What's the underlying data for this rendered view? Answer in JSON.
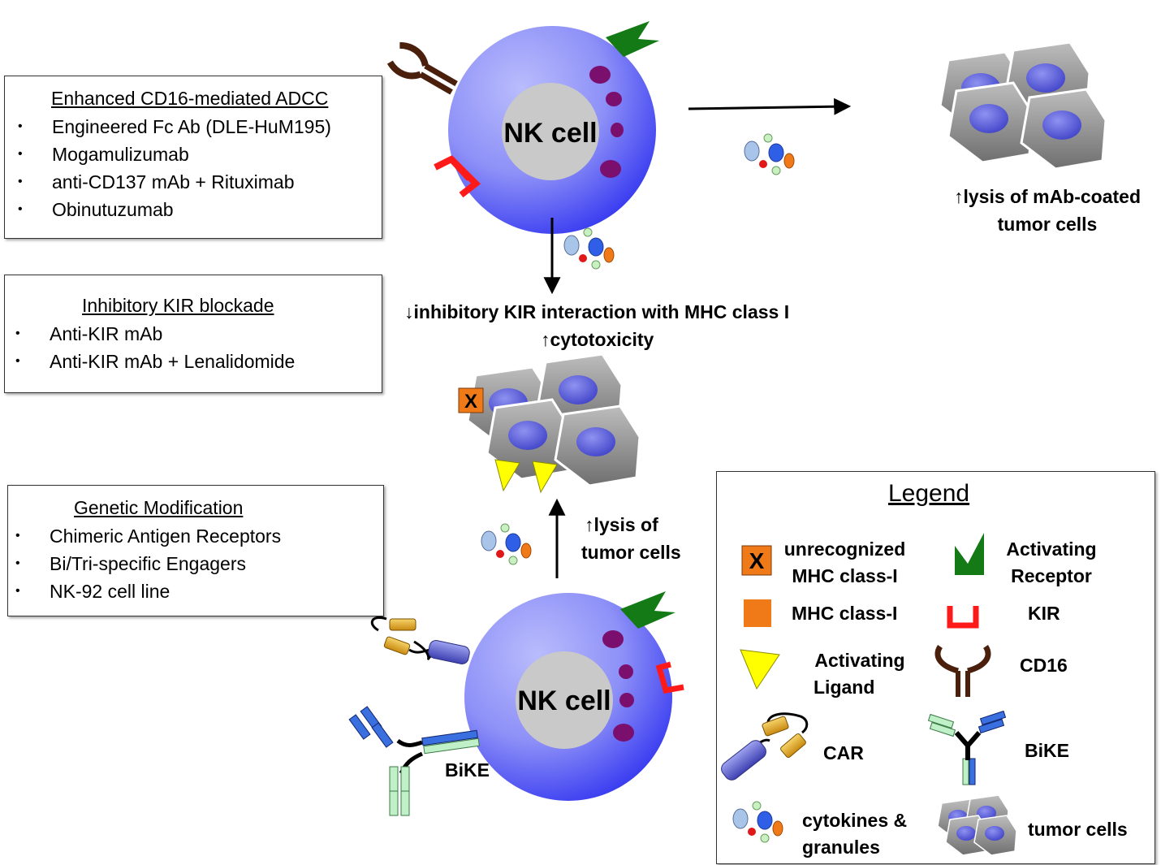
{
  "boxes": {
    "adcc": {
      "title": "Enhanced CD16-mediated ADCC",
      "items": [
        "Engineered Fc Ab (DLE-HuM195)",
        "Mogamulizumab",
        "anti-CD137 mAb + Rituximab",
        "Obinutuzumab"
      ]
    },
    "kir": {
      "title": "Inhibitory KIR blockade",
      "items": [
        "Anti-KIR mAb",
        "Anti-KIR mAb + Lenalidomide"
      ]
    },
    "genetic": {
      "title": "Genetic Modification",
      "items": [
        "Chimeric Antigen Receptors",
        "Bi/Tri-specific Engagers",
        "NK-92 cell line"
      ]
    }
  },
  "diagram": {
    "nk_cell_top_label": "NK cell",
    "nk_cell_bottom_label": "NK cell",
    "lysis_mab_line1": "↑lysis of mAb-coated",
    "lysis_mab_line2": "tumor cells",
    "inhibitory_kir_line": "↓inhibitory KIR interaction with MHC class I",
    "cytotoxicity_line": "↑cytotoxicity",
    "lysis_tumor_line1": "↑lysis of",
    "lysis_tumor_line2": "tumor cells",
    "bike_label": "BiKE",
    "mhc_unrecognized_mark": "X"
  },
  "legend": {
    "title": "Legend",
    "unrecognized_mhc_line1": "unrecognized",
    "unrecognized_mhc_line2": "MHC class-I",
    "unrecognized_mark": "X",
    "mhc": "MHC class-I",
    "activating_ligand_line1": "Activating",
    "activating_ligand_line2": "Ligand",
    "car": "CAR",
    "cytokines_line1": "cytokines &",
    "cytokines_line2": "granules",
    "activating_receptor_line1": "Activating",
    "activating_receptor_line2": "Receptor",
    "kir": "KIR",
    "cd16": "CD16",
    "bike": "BiKE",
    "tumor_cells": "tumor cells"
  },
  "colors": {
    "nk_cell_inner": "#3a3df0",
    "nk_cell_outer": "#a6a9fb",
    "nucleus": "#c9c9c9",
    "granule": "#7a0f6e",
    "activating_receptor": "#137a16",
    "kir": "#ff1a1a",
    "cd16": "#4a200c",
    "mhc": "#f07a18",
    "ligand": "#ffff00",
    "car_cylinder": "#5a5fd0",
    "car_domain": "#e8a21e",
    "bike_blue": "#3a6fe0",
    "bike_green": "#bff0c8",
    "tumor_body": "#8f8f8f",
    "tumor_nucleus": "#5558d6"
  },
  "icons": [
    "nk-cell-icon",
    "tumor-cells-icon",
    "cytokines-icon",
    "cd16-icon",
    "kir-icon",
    "activating-receptor-icon",
    "mhc-icon",
    "activating-ligand-icon",
    "car-icon",
    "bike-icon",
    "arrow-icon"
  ]
}
